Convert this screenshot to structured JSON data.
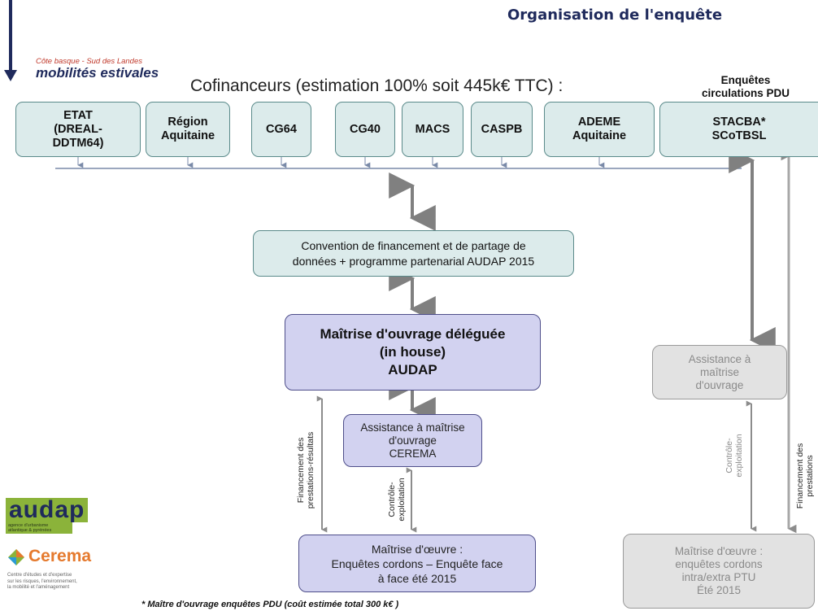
{
  "header": {
    "title": "Organisation de l'enquête",
    "brand_small": "Côte basque - Sud des Landes",
    "brand_main": "mobilités estivales",
    "cofinanceurs": "Cofinanceurs (estimation 100% soit 445k€ TTC) :",
    "enquetes_title": "Enquêtes\ncirculations PDU"
  },
  "cofinanceurs": [
    "ETAT\n(DREAL-\nDDTM64)",
    "Région\nAquitaine",
    "CG64",
    "CG40",
    "MACS",
    "CASPB",
    "ADEME\nAquitaine"
  ],
  "pdu_box": "STACBA*\nSCoTBSL",
  "convention": "Convention de financement et de partage de\ndonnées + programme partenarial AUDAP 2015",
  "moa_deleguee": "Maîtrise d'ouvrage déléguée\n(in house)\nAUDAP",
  "amo_cerema": "Assistance à maîtrise\nd'ouvrage\nCEREMA",
  "moe": "Maîtrise d'œuvre :\nEnquêtes cordons – Enquête face\nà face été 2015",
  "grey_amo": "Assistance à\nmaîtrise\nd'ouvrage",
  "grey_moe": "Maîtrise d'œuvre :\nenquêtes cordons\nintra/extra PTU\nÉté 2015",
  "vertical_labels": {
    "financement_resultats": "Financement des\nprestations-résultats",
    "controle_left": "Contrôle-\nexploitation",
    "controle_right": "Contrôle-\nexploitation",
    "financement_prestations": "Financement des\nprestations"
  },
  "footnote": "* Maître d'ouvrage enquêtes PDU (coût estimée total 300 k€ )",
  "logos": {
    "audap": "audap",
    "audap_sub": "agence d'urbanisme\natlantique & pyrénées",
    "cerema": "Cerema",
    "cerema_sub": "Centre d'études et d'expertise\nsur les risques, l'environnement,\nla mobilité et l'aménagement"
  },
  "colors": {
    "accent_navy": "#1f2a5c",
    "teal_box": "#dcebeb",
    "lavender_box": "#d2d2f0",
    "grey_box": "#e2e2e2",
    "audap_green": "#8bb33a",
    "cerema_orange": "#e57a2e"
  }
}
